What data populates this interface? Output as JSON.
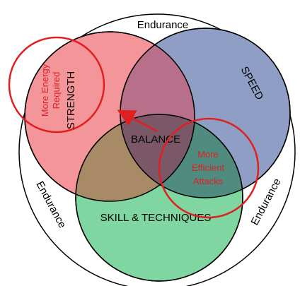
{
  "outer_label_top": "Endurance",
  "outer_label_left": "Endurance",
  "outer_label_right": "Endurance",
  "strength": {
    "label": "STRENGTH",
    "color": "#f4959a"
  },
  "speed": {
    "label": "SPEED",
    "color": "#8e9ec4"
  },
  "skill": {
    "label": "SKILL & TECHNIQUES",
    "color": "#7fd6a0"
  },
  "balance_label": "BALANCE",
  "callout_energy": {
    "line1": "More Energy",
    "line2": "Required",
    "color": "#e02020"
  },
  "callout_efficient": {
    "line1": "More",
    "line2": "Efficient",
    "line3": "Attacks",
    "color": "#e02020"
  }
}
